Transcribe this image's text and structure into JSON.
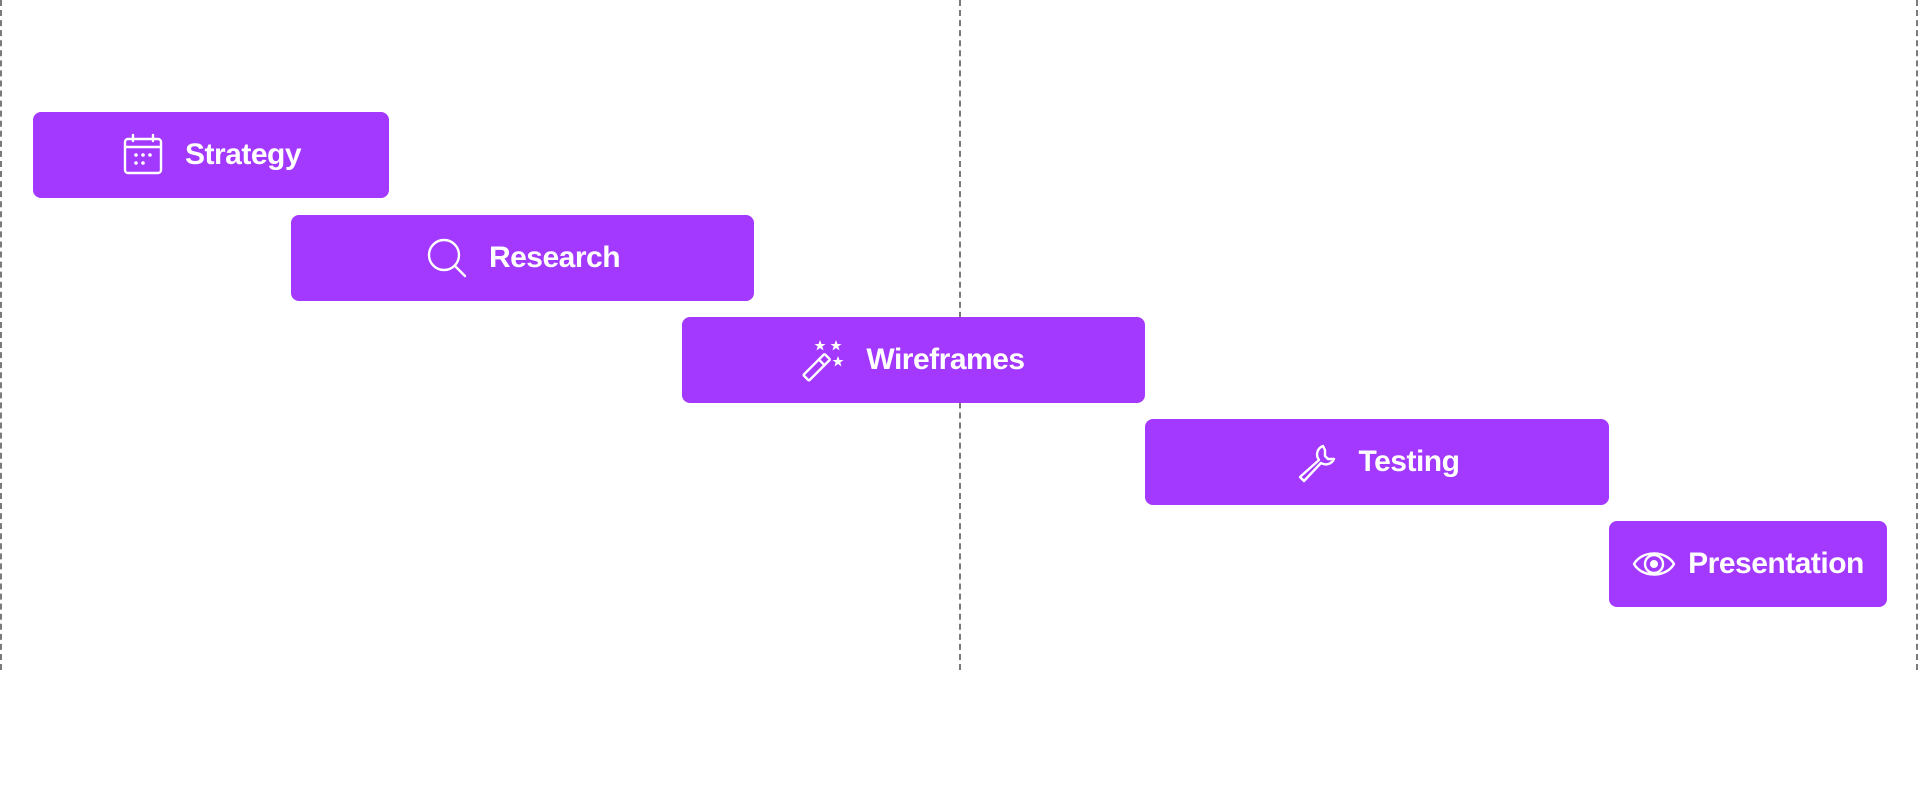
{
  "colors": {
    "bar": "#a338ff",
    "text": "#ffffff",
    "gridline": "#7a7a7a",
    "background": "#ffffff"
  },
  "timeline": {
    "bars": [
      {
        "label": "Strategy",
        "icon": "calendar-icon"
      },
      {
        "label": "Research",
        "icon": "search-icon"
      },
      {
        "label": "Wireframes",
        "icon": "magic-wand-icon"
      },
      {
        "label": "Testing",
        "icon": "wrench-icon"
      },
      {
        "label": "Presentation",
        "icon": "eye-icon"
      }
    ]
  }
}
